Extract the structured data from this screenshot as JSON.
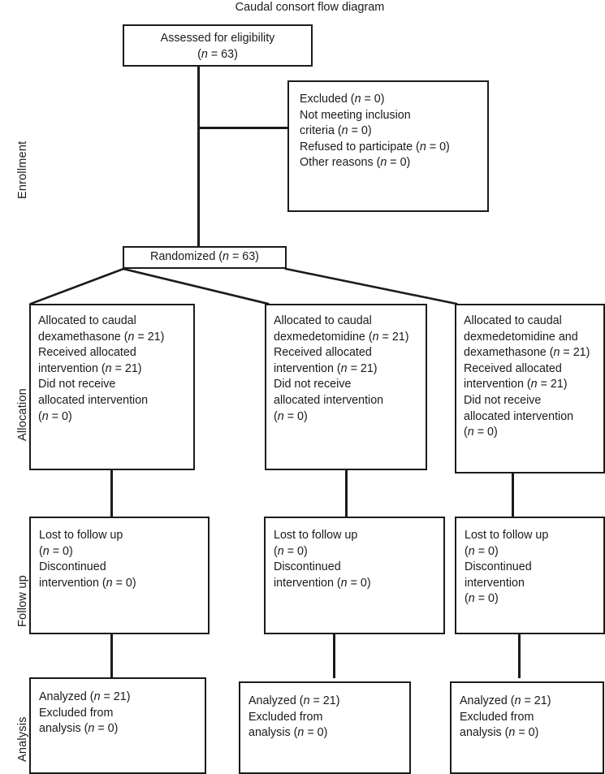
{
  "title": "Caudal consort flow diagram",
  "stages": [
    {
      "key": "enrollment",
      "label": "Enrollment"
    },
    {
      "key": "allocation",
      "label": "Allocation"
    },
    {
      "key": "followup",
      "label": "Follow up"
    },
    {
      "key": "analysis",
      "label": "Analysis"
    }
  ],
  "nodes": {
    "assessed": {
      "lines": [
        "Assessed for eligibility",
        "(n = 63)"
      ]
    },
    "excluded": {
      "lines": [
        "Excluded (n = 0)",
        "Not meeting inclusion",
        "criteria (n = 0)",
        "Refused to participate (n = 0)",
        "Other reasons (n = 0)"
      ]
    },
    "randomized": {
      "lines": [
        "Randomized (n = 63)"
      ]
    },
    "alloc_1": {
      "lines": [
        "Allocated to caudal",
        "dexamethasone (n = 21)",
        "Received allocated",
        "intervention (n = 21)",
        "Did not receive",
        "allocated intervention",
        "(n = 0)"
      ]
    },
    "alloc_2": {
      "lines": [
        "Allocated to caudal",
        "dexmedetomidine (n = 21)",
        "Received allocated",
        "intervention (n = 21)",
        "Did not receive",
        "allocated intervention",
        "(n = 0)"
      ]
    },
    "alloc_3": {
      "lines": [
        "Allocated to caudal",
        "dexmedetomidine and",
        "dexamethasone (n = 21)",
        "Received allocated",
        "intervention (n = 21)",
        "Did not receive",
        "allocated intervention",
        "(n = 0)"
      ]
    },
    "follow_1": {
      "lines": [
        "Lost to follow up",
        "(n = 0)",
        "Discontinued",
        "intervention (n = 0)"
      ]
    },
    "follow_2": {
      "lines": [
        "Lost to follow up",
        "(n = 0)",
        "Discontinued",
        "intervention (n = 0)"
      ]
    },
    "follow_3": {
      "lines": [
        "Lost to follow up",
        "(n = 0)",
        "Discontinued",
        "intervention",
        "(n = 0)"
      ]
    },
    "analysis_1": {
      "lines": [
        "Analyzed (n = 21)",
        "Excluded from",
        "analysis (n = 0)"
      ]
    },
    "analysis_2": {
      "lines": [
        "Analyzed (n = 21)",
        "Excluded from",
        "analysis (n = 0)"
      ]
    },
    "analysis_3": {
      "lines": [
        "Analyzed (n = 21)",
        "Excluded from",
        "analysis (n = 0)"
      ]
    }
  },
  "colors": {
    "stroke": "#1b1b1b",
    "background": "#ffffff",
    "text": "#1a1a1a"
  }
}
